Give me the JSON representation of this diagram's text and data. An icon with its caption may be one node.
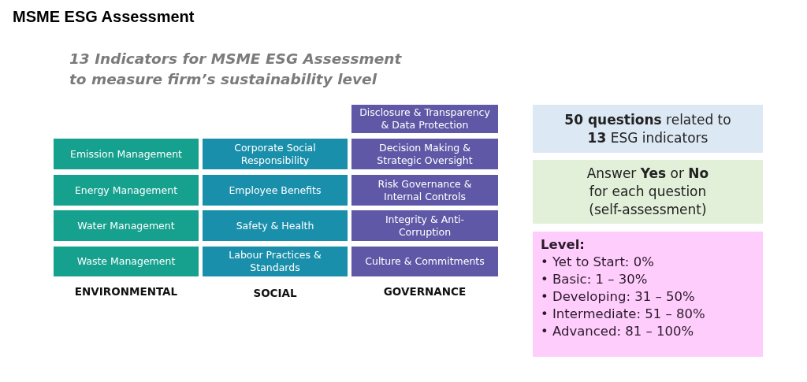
{
  "diagram": {
    "title": "MSME ESG Assessment",
    "nodes": [
      {
        "text": [
          "Emission Management"
        ]
      },
      {
        "text": [
          "Energy Management"
        ]
      },
      {
        "text": [
          "Water Management"
        ]
      },
      {
        "text": [
          "Waste Management"
        ]
      },
      {
        "text": [
          "Corporate Social Responsibility"
        ]
      },
      {
        "text": [
          "Employee Benefits"
        ]
      },
      {
        "text": [
          "Safety & Health"
        ]
      },
      {
        "text": [
          "Labour Practices & Standards"
        ]
      },
      {
        "text": [
          "Disclosure & Transparency & Data Protection"
        ]
      },
      {
        "text": [
          "Decision Making & Strategic Oversight"
        ]
      },
      {
        "text": [
          "Risk Governance & Internal Controls"
        ]
      },
      {
        "text": [
          "Integrity & Anti-Corruption"
        ]
      },
      {
        "text": [
          "Culture & Commitments"
        ]
      },
      {
        "text": [
          "**50 questions** related to **13** ESG indicators"
        ]
      },
      {
        "text": [
          "Answer **Yes** or **No** for each question (self-assessment)"
        ]
      },
      {
        "text": [
          "Level:",
          "• Yet to Start: 0%",
          "• Basic: 1 – 30%",
          "• Developing: 31 – 50%",
          "• Intermediate: 51 – 80%",
          "• Advanced: 81 – 100%"
        ]
      }
    ],
    "labels": [
      "13 Indicators for MSME ESG Assessment to measure firm’s sustainability level",
      "ENVIRONMENTAL",
      "SOCIAL",
      "GOVERNANCE"
    ]
  }
}
